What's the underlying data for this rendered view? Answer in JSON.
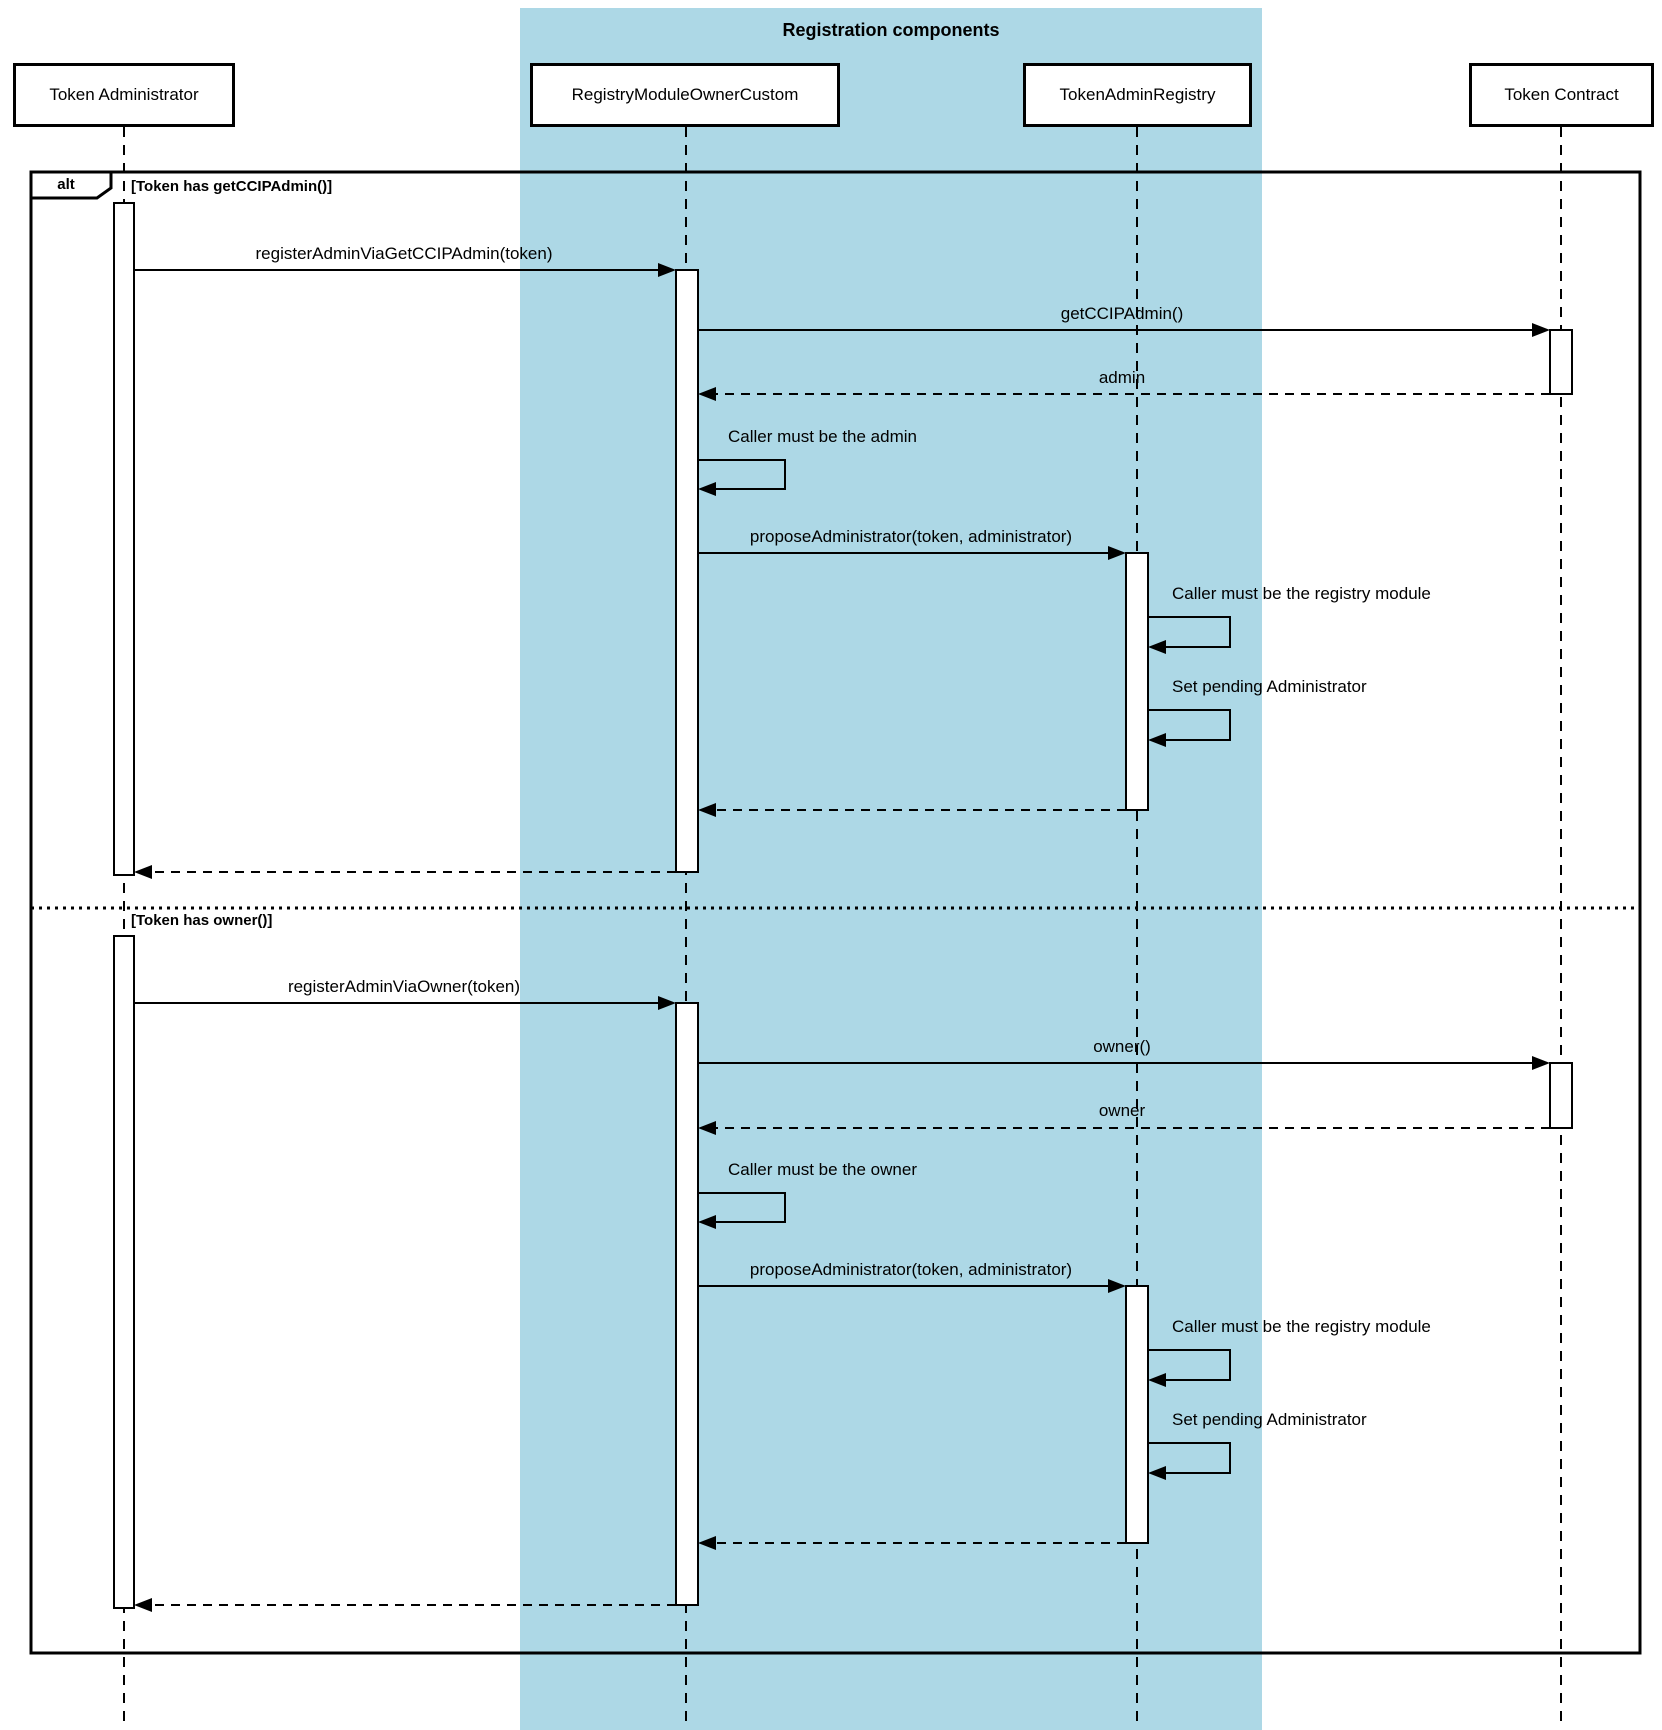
{
  "diagram": {
    "type": "uml-sequence",
    "title": "Registration components",
    "frame_label": "alt",
    "colors": {
      "highlight": "#ADD8E6",
      "line": "#000000",
      "background": "#FFFFFF"
    },
    "participants": [
      {
        "name": "Token Administrator"
      },
      {
        "name": "RegistryModuleOwnerCustom"
      },
      {
        "name": "TokenAdminRegistry"
      },
      {
        "name": "Token Contract"
      }
    ],
    "sections": [
      {
        "guard": "[Token has getCCIPAdmin()]",
        "messages": [
          {
            "label": "registerAdminViaGetCCIPAdmin(token)",
            "type": "sync",
            "from": "Token Administrator",
            "to": "RegistryModuleOwnerCustom"
          },
          {
            "label": "getCCIPAdmin()",
            "type": "sync",
            "from": "RegistryModuleOwnerCustom",
            "to": "Token Contract"
          },
          {
            "label": "admin",
            "type": "return",
            "from": "Token Contract",
            "to": "RegistryModuleOwnerCustom"
          },
          {
            "label": "Caller must be the admin",
            "type": "self",
            "from": "RegistryModuleOwnerCustom",
            "to": "RegistryModuleOwnerCustom"
          },
          {
            "label": "proposeAdministrator(token, administrator)",
            "type": "sync",
            "from": "RegistryModuleOwnerCustom",
            "to": "TokenAdminRegistry"
          },
          {
            "label": "Caller must be the registry module",
            "type": "self",
            "from": "TokenAdminRegistry",
            "to": "TokenAdminRegistry"
          },
          {
            "label": "Set pending Administrator",
            "type": "self",
            "from": "TokenAdminRegistry",
            "to": "TokenAdminRegistry"
          }
        ]
      },
      {
        "guard": "[Token has owner()]",
        "messages": [
          {
            "label": "registerAdminViaOwner(token)",
            "type": "sync",
            "from": "Token Administrator",
            "to": "RegistryModuleOwnerCustom"
          },
          {
            "label": "owner()",
            "type": "sync",
            "from": "RegistryModuleOwnerCustom",
            "to": "Token Contract"
          },
          {
            "label": "owner",
            "type": "return",
            "from": "Token Contract",
            "to": "RegistryModuleOwnerCustom"
          },
          {
            "label": "Caller must be the owner",
            "type": "self",
            "from": "RegistryModuleOwnerCustom",
            "to": "RegistryModuleOwnerCustom"
          },
          {
            "label": "proposeAdministrator(token, administrator)",
            "type": "sync",
            "from": "RegistryModuleOwnerCustom",
            "to": "TokenAdminRegistry"
          },
          {
            "label": "Caller must be the registry module",
            "type": "self",
            "from": "TokenAdminRegistry",
            "to": "TokenAdminRegistry"
          },
          {
            "label": "Set pending Administrator",
            "type": "self",
            "from": "TokenAdminRegistry",
            "to": "TokenAdminRegistry"
          }
        ]
      }
    ]
  }
}
